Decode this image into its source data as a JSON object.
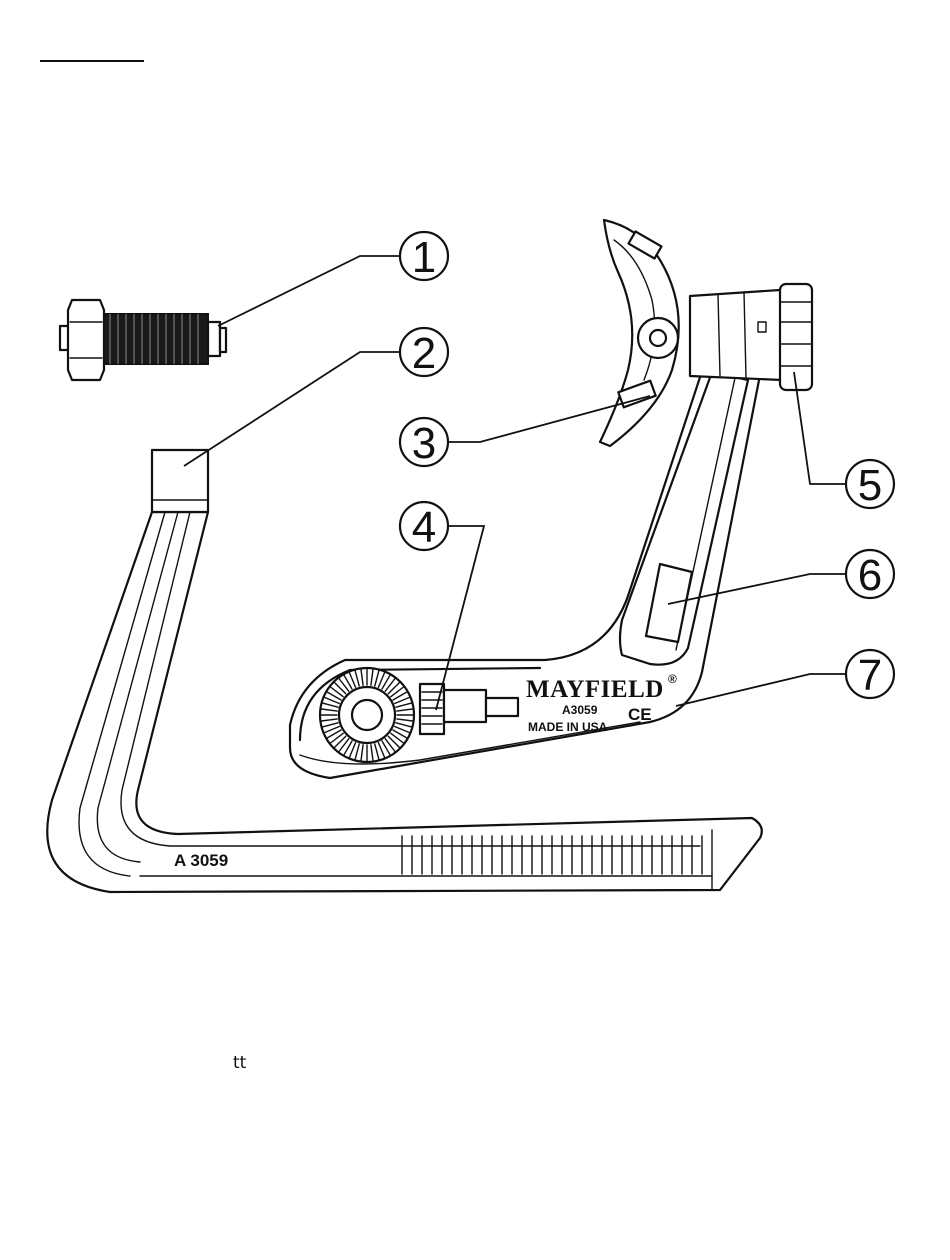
{
  "callouts": [
    {
      "label": "1"
    },
    {
      "label": "2"
    },
    {
      "label": "3"
    },
    {
      "label": "4"
    },
    {
      "label": "5"
    },
    {
      "label": "6"
    },
    {
      "label": "7"
    }
  ],
  "engravings": {
    "brand": "MAYFIELD",
    "brand_mark": "®",
    "model": "A3059",
    "origin": "MADE IN USA",
    "ce_mark": "CE",
    "base_model": "A 3059"
  },
  "stray_text": "tt"
}
